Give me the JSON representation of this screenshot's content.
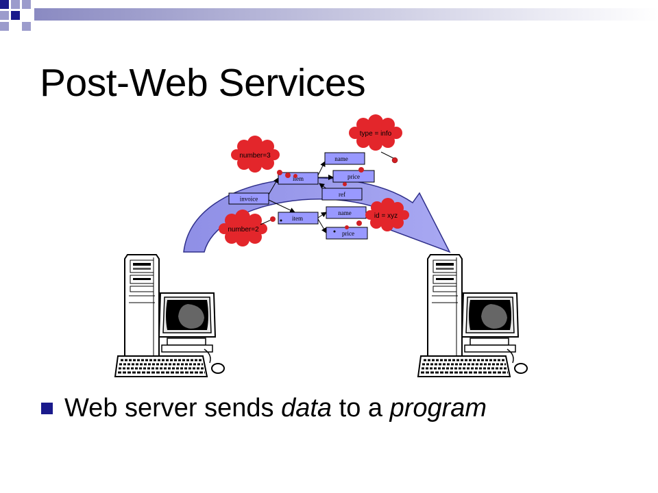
{
  "slide": {
    "title": "Post-Web Services",
    "bullet": {
      "prefix": "Web server sends ",
      "emphasis1": "data",
      "middle": " to a ",
      "emphasis2": "program"
    }
  },
  "diagram": {
    "nodes": {
      "invoice": "invoice",
      "item_top": "item",
      "item_bottom": "item",
      "name_top": "name",
      "price_top": "price",
      "ref": "ref",
      "name_bottom": "name",
      "price_bottom": "price"
    },
    "attributes": {
      "type": "type = info",
      "number_top": "number=3",
      "number_bottom": "number=2",
      "id": "id = xyz"
    }
  },
  "colors": {
    "bullet": "#1a1a8c",
    "corner_dark": "#1a1a8c",
    "corner_light": "#9c9ccc",
    "node_fill": "#9999ff",
    "arrow_fill": "#9999ee",
    "cloud_fill": "#e3262b"
  }
}
